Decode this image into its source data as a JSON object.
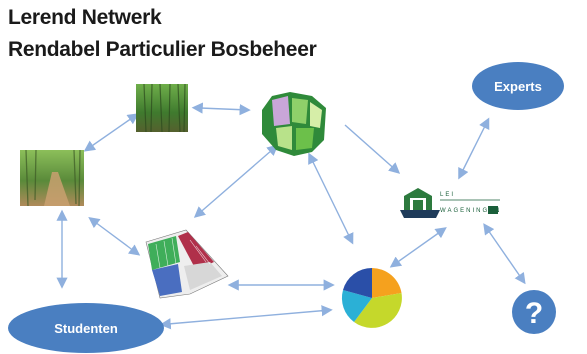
{
  "title": {
    "line1": "Lerend Netwerk",
    "line2": "Rendabel Particulier Bosbeheer"
  },
  "nodes": {
    "experts": "Experts",
    "studenten": "Studenten",
    "question": "?",
    "logo_top": "LEI",
    "logo_bottom": "WAGENINGEN"
  },
  "colors": {
    "ellipse": "#4a7fc1",
    "arrow": "#8fb0de",
    "pie_orange": "#f5a11e",
    "pie_green": "#c5d82b",
    "pie_cyan": "#2bb0d6",
    "pie_blue": "#2a4fa8"
  }
}
